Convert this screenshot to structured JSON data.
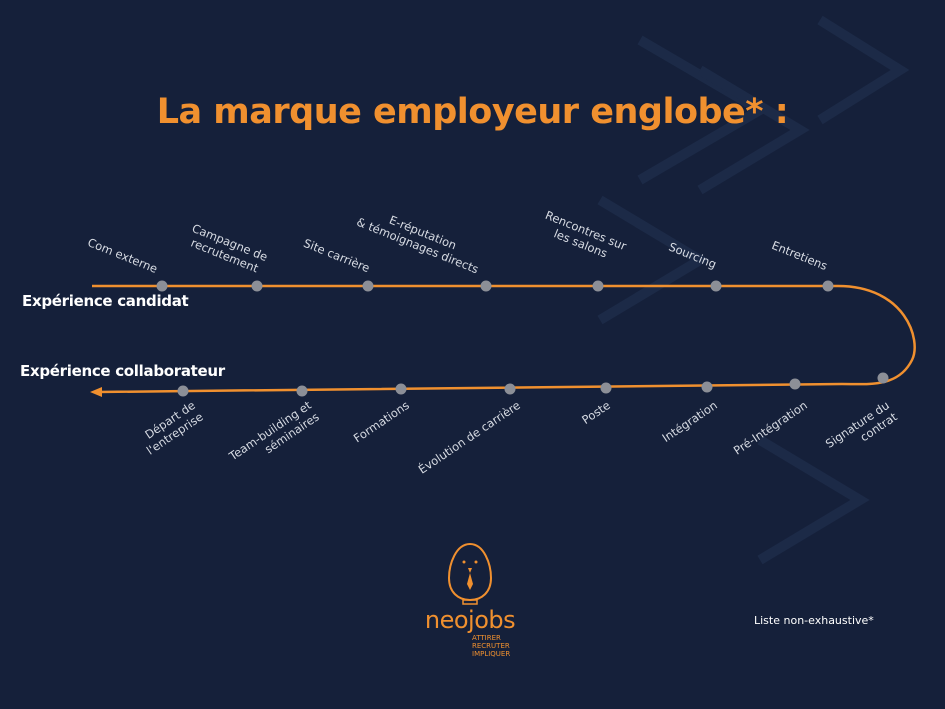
{
  "title": "La marque employeur englobe* :",
  "tracks": {
    "candidate": "Expérience candidat",
    "employee": "Expérience collaborateur"
  },
  "top_steps": [
    {
      "label": "Com externe"
    },
    {
      "label": "Campagne de\nrecrutement"
    },
    {
      "label": "Site carrière"
    },
    {
      "label": "E-réputation\n& témoignages directs"
    },
    {
      "label": "Rencontres sur\nles salons"
    },
    {
      "label": "Sourcing"
    },
    {
      "label": "Entretiens"
    }
  ],
  "bottom_steps": [
    {
      "label": "Signature du\ncontrat"
    },
    {
      "label": "Pré-Intégration"
    },
    {
      "label": "Intégration"
    },
    {
      "label": "Poste"
    },
    {
      "label": "Évolution de carrière"
    },
    {
      "label": "Formations"
    },
    {
      "label": "Team-building et\nséminaires"
    },
    {
      "label": "Départ de\nl'entreprise"
    }
  ],
  "logo": {
    "brand": "neojobs",
    "tagline": [
      "ATTIRER",
      "RECRUTER",
      "IMPLIQUER"
    ]
  },
  "note": "Liste non-exhaustive*",
  "colors": {
    "background": "#15203a",
    "accent": "#f0902f",
    "node": "#8c8f97",
    "text": "#ffffff"
  }
}
